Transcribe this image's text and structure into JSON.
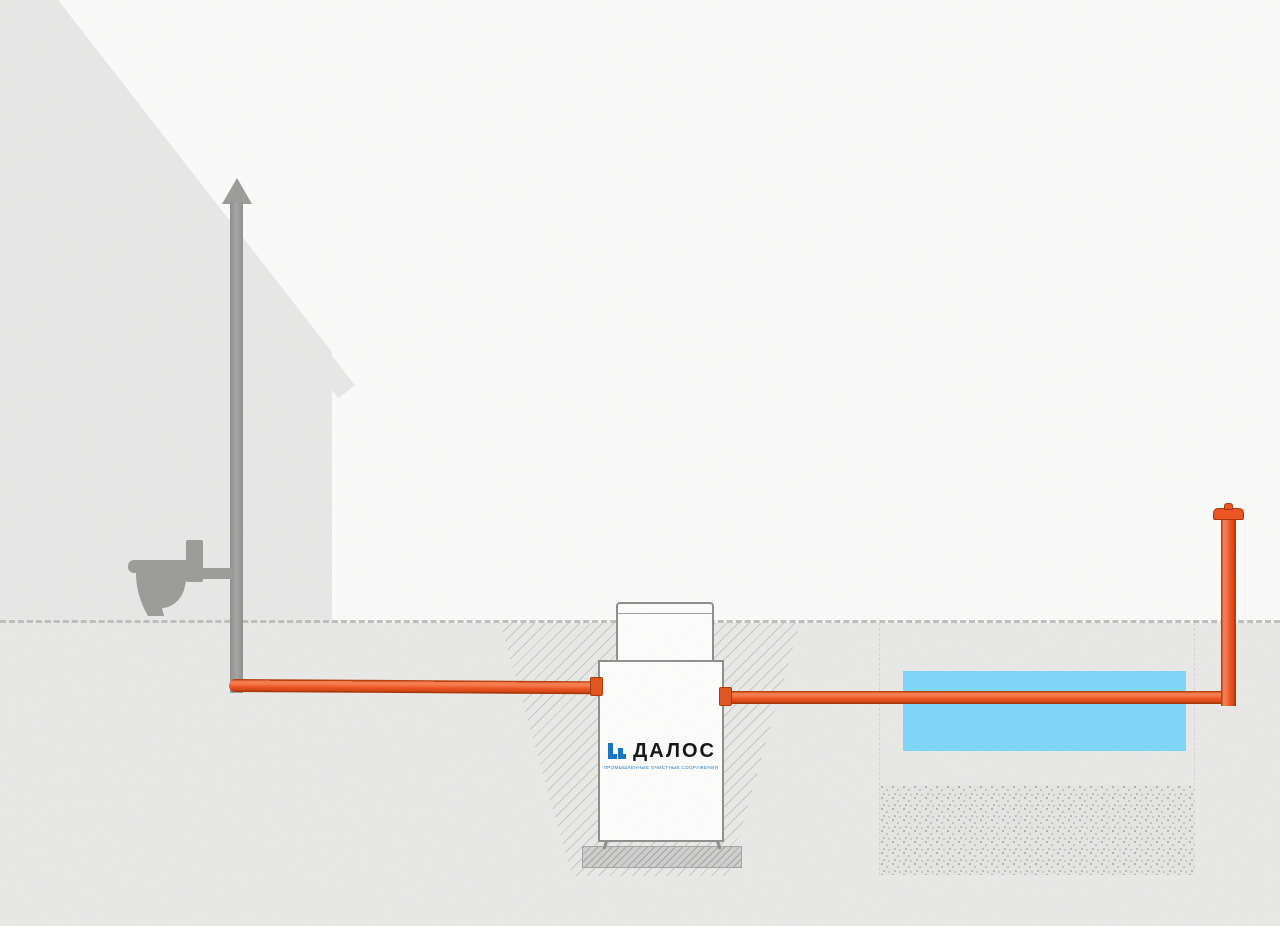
{
  "diagram": {
    "brand": {
      "name": "ДАЛОС",
      "tagline": "ПРОМЫШЛЕННЫЕ ОЧИСТНЫЕ СООРУЖЕНИЯ"
    },
    "colors": {
      "house_gray": "#e8e8e7",
      "underground_gray": "#e9e9e8",
      "vent_gray": "#9c9c9b",
      "pipe_orange": "#ee5422",
      "drain_blue": "#7fd7f8",
      "logo_blue": "#1b74c5"
    },
    "icons": {
      "vent_arrow": "up-arrow",
      "toilet": "toilet-silhouette",
      "logo": "dalos-logo",
      "vent_cap": "mushroom-vent-cap"
    }
  }
}
